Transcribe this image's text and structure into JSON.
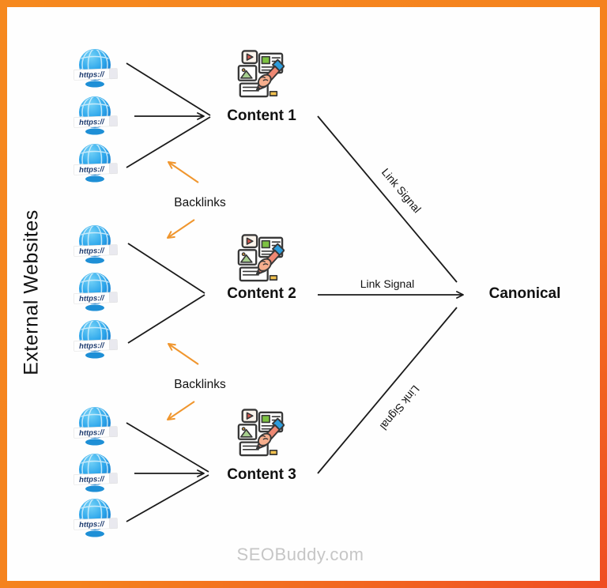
{
  "side_label": "External Websites",
  "globe_label": "https://",
  "contents": [
    {
      "label": "Content 1"
    },
    {
      "label": "Content 2"
    },
    {
      "label": "Content 3"
    }
  ],
  "backlinks": [
    {
      "label": "Backlinks"
    },
    {
      "label": "Backlinks"
    }
  ],
  "link_signals": [
    {
      "label": "Link Signal"
    },
    {
      "label": "Link Signal"
    },
    {
      "label": "Link Signal"
    }
  ],
  "canonical_label": "Canonical",
  "watermark": "SEOBuddy.com",
  "icons": {
    "website": "globe-https-icon",
    "content": "content-creation-icon"
  },
  "colors": {
    "frame_orange": "#F6891F",
    "frame_red": "#EF4E23",
    "backlink_arrow": "#F0962E",
    "connector_black": "#1A1A1A",
    "watermark_gray": "#C6C6C6",
    "globe_blue": "#2FA8EC"
  }
}
